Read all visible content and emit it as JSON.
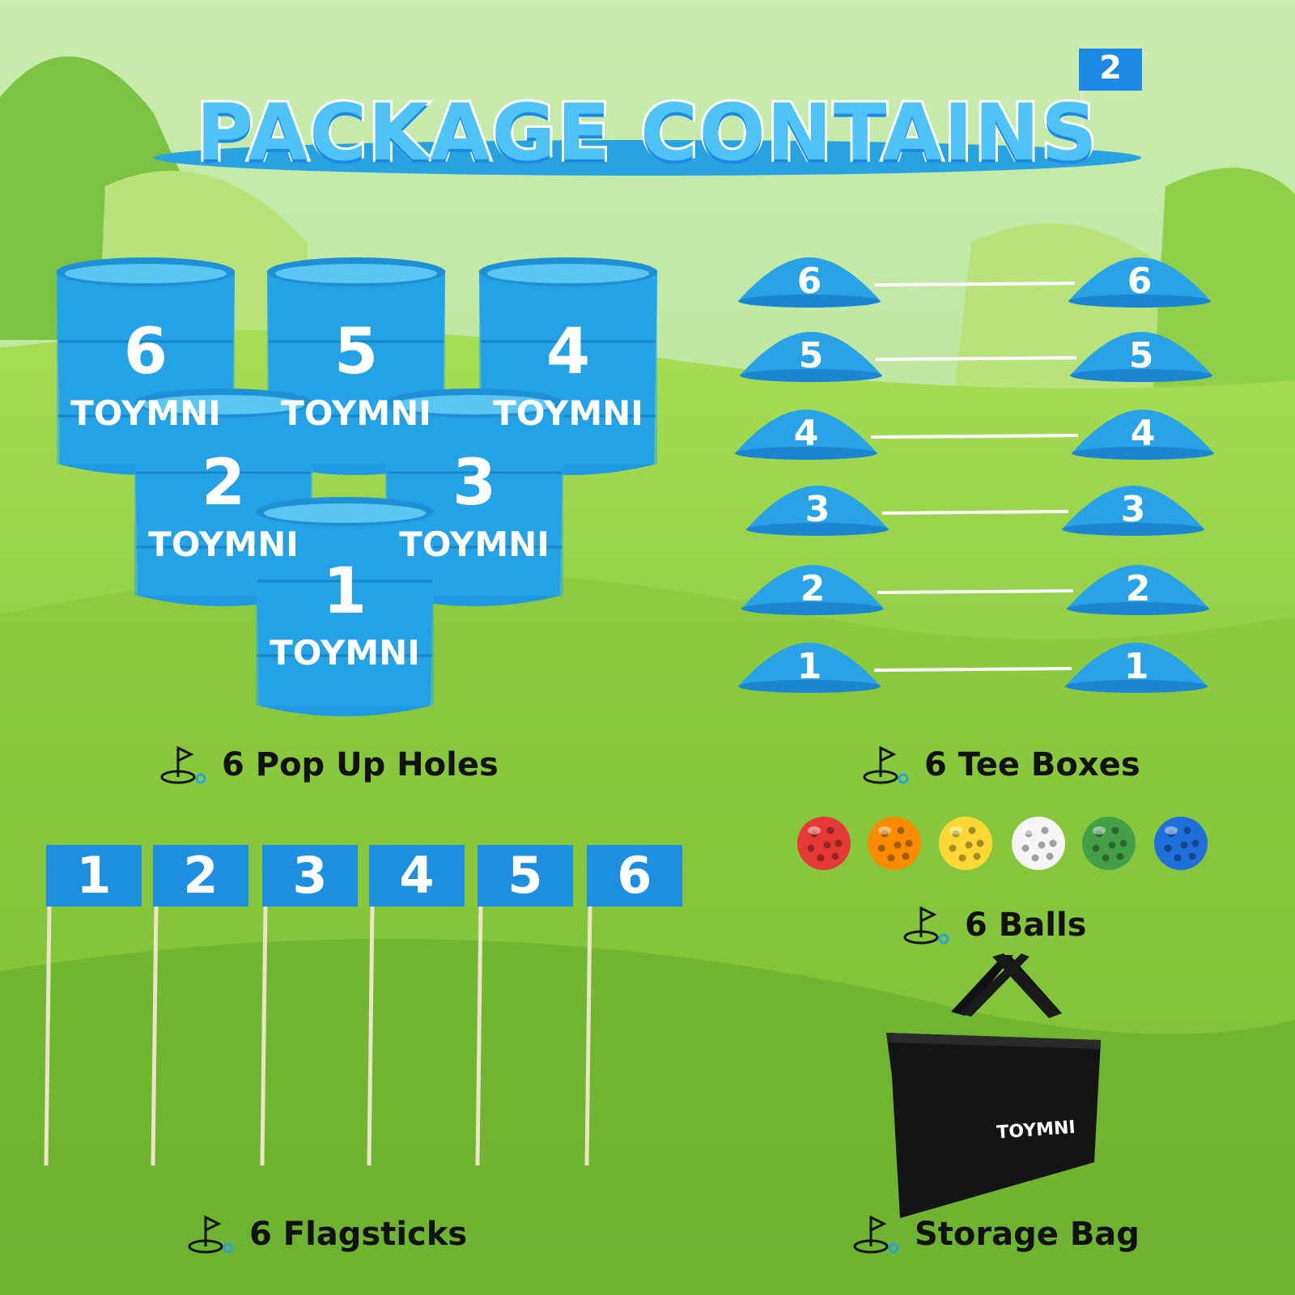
{
  "title": "PACKAGE CONTAINS",
  "title_flag_number": "2",
  "brand": "TOYMNI",
  "items": {
    "pop_up_holes": "6 Pop Up Holes",
    "tee_boxes": "6 Tee Boxes",
    "balls": "6 Balls",
    "flagsticks": "6 Flagsticks",
    "storage_bag": "Storage Bag"
  },
  "hole_numbers": [
    "6",
    "5",
    "4",
    "2",
    "3",
    "1"
  ],
  "tee_numbers": [
    "6",
    "5",
    "4",
    "3",
    "2",
    "1"
  ],
  "flag_numbers": [
    "1",
    "2",
    "3",
    "4",
    "5",
    "6"
  ],
  "ball_colors": [
    "#e53935",
    "#fb8c00",
    "#fdd835",
    "#f5f5f5",
    "#43a047",
    "#1e6fd9"
  ],
  "colors": {
    "accent_blue": "#29a3e0",
    "dark_blue": "#1e88e5",
    "grass": "#8fcf4a"
  }
}
